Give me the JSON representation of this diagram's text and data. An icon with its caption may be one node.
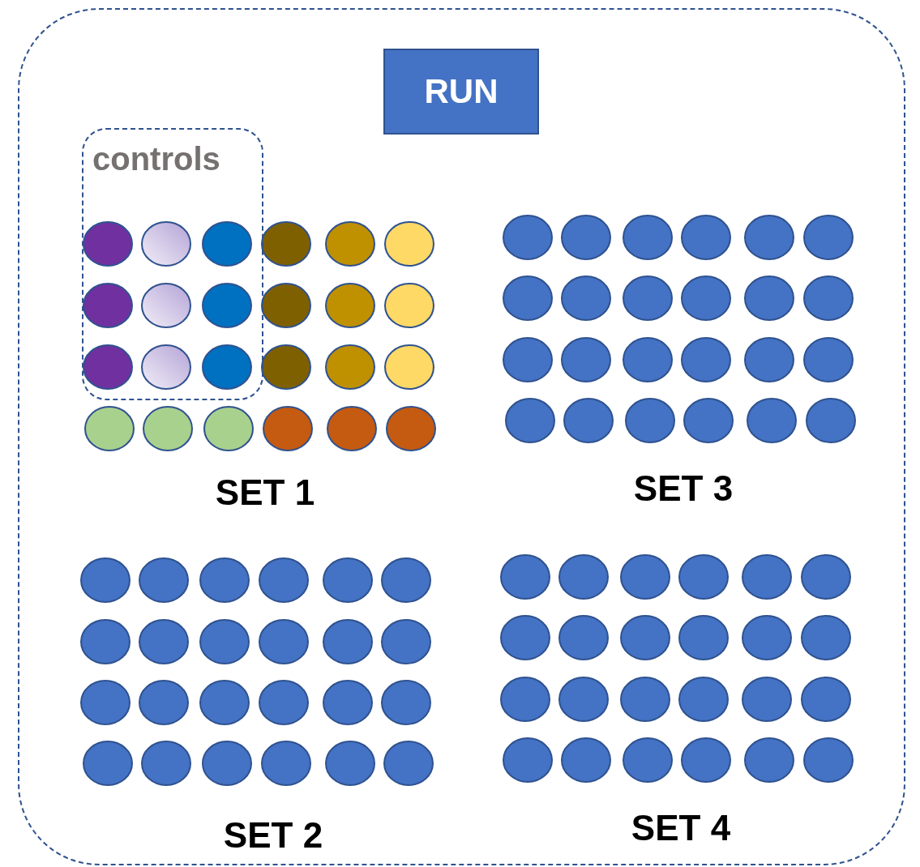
{
  "diagram": {
    "nodes": [
      {
        "text": [],
        "shape": "box"
      },
      {
        "text": [
          "RUN"
        ],
        "in": 0
      },
      {
        "text": [
          "controls"
        ],
        "in": 0
      }
    ],
    "labels": [
      "SET 1",
      "SET 3",
      "SET 2",
      "SET 4"
    ]
  }
}
